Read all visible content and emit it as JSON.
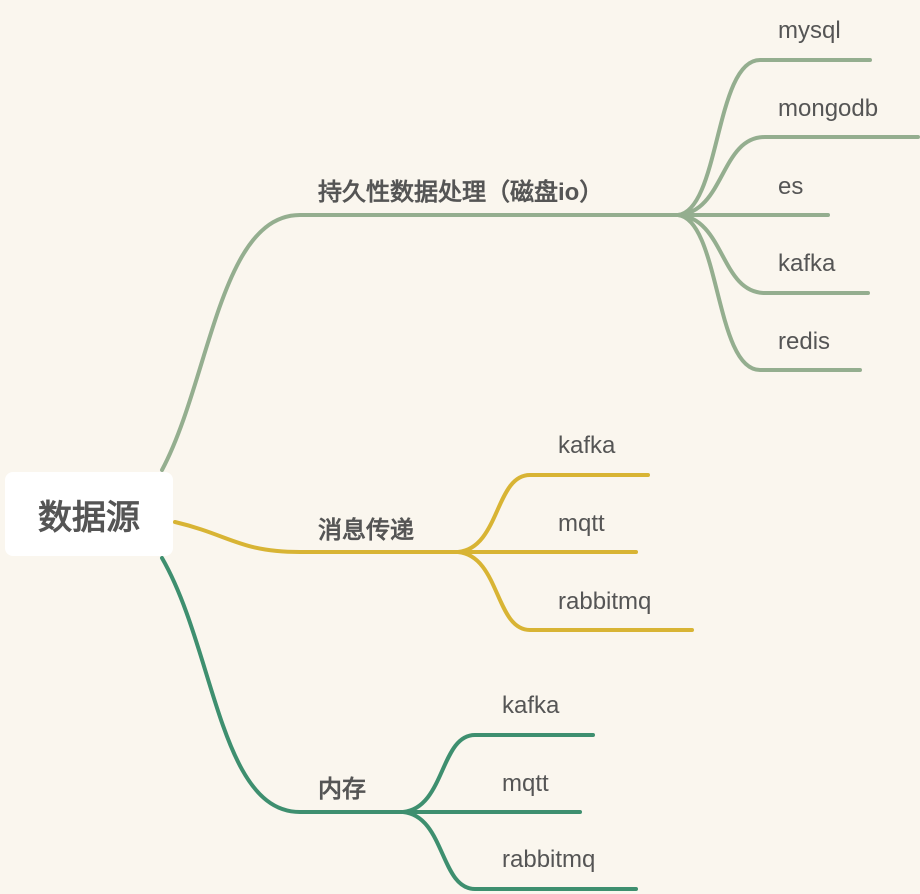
{
  "root": "数据源",
  "colors": {
    "background": "#faf6ee",
    "branch_persistent": "#94ae8f",
    "branch_message": "#d8b434",
    "branch_memory": "#3e8f6f"
  },
  "branches": [
    {
      "label": "持久性数据处理（磁盘io）",
      "children": [
        "mysql",
        "mongodb",
        "es",
        "kafka",
        "redis"
      ]
    },
    {
      "label": "消息传递",
      "children": [
        "kafka",
        "mqtt",
        "rabbitmq"
      ]
    },
    {
      "label": "内存",
      "children": [
        "kafka",
        "mqtt",
        "rabbitmq"
      ]
    }
  ]
}
